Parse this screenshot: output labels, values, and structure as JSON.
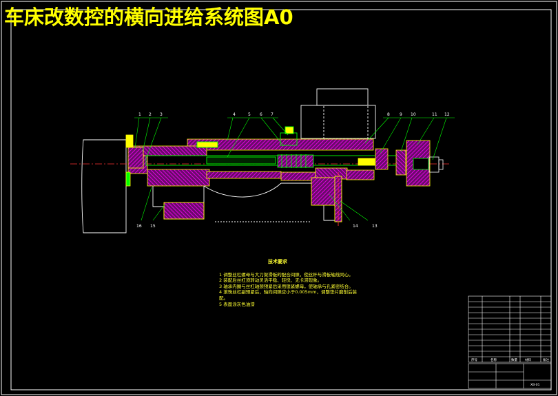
{
  "title": "车床改数控的横向进给系统图A0",
  "balloons": {
    "b1": "1",
    "b2": "2",
    "b3": "3",
    "b4": "4",
    "b5": "5",
    "b6": "6",
    "b7": "7",
    "b8": "8",
    "b9": "9",
    "b10": "10",
    "b11": "11",
    "b12": "12",
    "b13": "13",
    "b14": "14",
    "b15": "15",
    "b16": "16"
  },
  "notes": {
    "heading": "技术要求",
    "lines": [
      "1 调整丝杠螺母与大刀架滑板的配合间隙，使丝杆与滑板轴线同心。",
      "2 装配后丝杠须转动灵活平稳、轻快、无卡滞现象。",
      "3 轴承内圈与丝杠轴颈预紧后采用锁紧螺母，使轴承与孔紧密结合。",
      "4 滚珠丝杠副预紧后，轴向间隙应小于0.005mm，调整垫片磨削后装配。",
      "5 表面涂灰色油漆"
    ]
  },
  "title_block": {
    "drawing_no": "XB-01",
    "cells": [
      "序号",
      "名称",
      "数量",
      "材料",
      "备注"
    ]
  },
  "colors": {
    "background": "#000000",
    "outline": "#ffff00",
    "hatch": "#ff00ff",
    "structure": "#00ff00",
    "center_line": "#ff0000",
    "title": "#ffff00"
  }
}
